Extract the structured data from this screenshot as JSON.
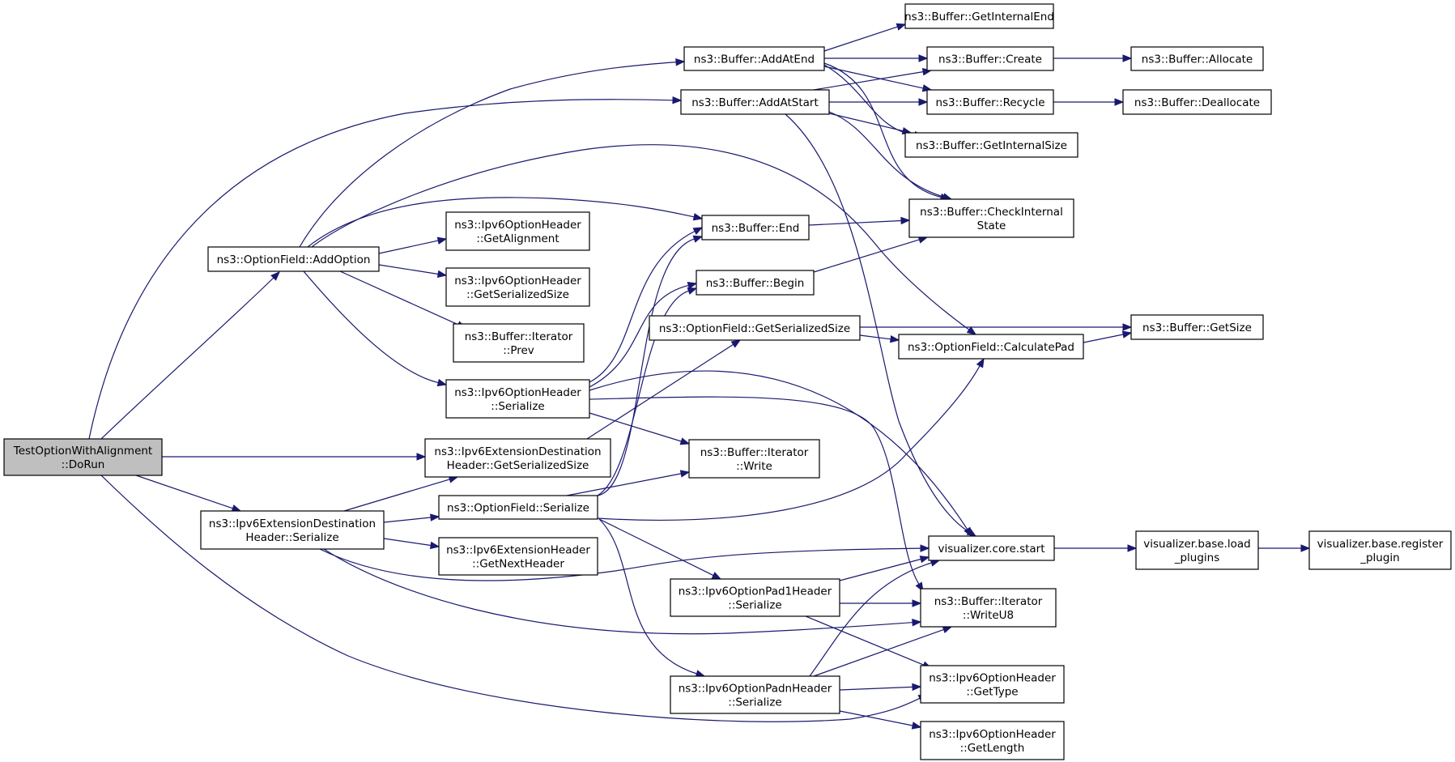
{
  "edge_color": "#191970",
  "root_fill": "#bfbfbf",
  "nodes": {
    "doRun": [
      "TestOptionWithAlignment",
      "::DoRun"
    ],
    "addOption": [
      "ns3::OptionField::AddOption"
    ],
    "extSerialize": [
      "ns3::Ipv6ExtensionDestination",
      "Header::Serialize"
    ],
    "addAtEnd": [
      "ns3::Buffer::AddAtEnd"
    ],
    "addAtStart": [
      "ns3::Buffer::AddAtStart"
    ],
    "getAlignment": [
      "ns3::Ipv6OptionHeader",
      "::GetAlignment"
    ],
    "getSerSizeOH": [
      "ns3::Ipv6OptionHeader",
      "::GetSerializedSize"
    ],
    "iterPrev": [
      "ns3::Buffer::Iterator",
      "::Prev"
    ],
    "ohSerialize": [
      "ns3::Ipv6OptionHeader",
      "::Serialize"
    ],
    "extGetSerSize": [
      "ns3::Ipv6ExtensionDestination",
      "Header::GetSerializedSize"
    ],
    "ofSerialize": [
      "ns3::OptionField::Serialize"
    ],
    "getNextHeader": [
      "ns3::Ipv6ExtensionHeader",
      "::GetNextHeader"
    ],
    "getInternalEnd": [
      "ns3::Buffer::GetInternalEnd"
    ],
    "create": [
      "ns3::Buffer::Create"
    ],
    "recycle": [
      "ns3::Buffer::Recycle"
    ],
    "getInternalSize": [
      "ns3::Buffer::GetInternalSize"
    ],
    "checkInternal": [
      "ns3::Buffer::CheckInternal",
      "State"
    ],
    "end": [
      "ns3::Buffer::End"
    ],
    "begin": [
      "ns3::Buffer::Begin"
    ],
    "ofGetSerSize": [
      "ns3::OptionField::GetSerializedSize"
    ],
    "calcPad": [
      "ns3::OptionField::CalculatePad"
    ],
    "iterWrite": [
      "ns3::Buffer::Iterator",
      "::Write"
    ],
    "allocate": [
      "ns3::Buffer::Allocate"
    ],
    "deallocate": [
      "ns3::Buffer::Deallocate"
    ],
    "getSize": [
      "ns3::Buffer::GetSize"
    ],
    "vizStart": [
      "visualizer.core.start"
    ],
    "loadPlugins": [
      "visualizer.base.load",
      "_plugins"
    ],
    "registerPlugin": [
      "visualizer.base.register",
      "_plugin"
    ],
    "pad1Serialize": [
      "ns3::Ipv6OptionPad1Header",
      "::Serialize"
    ],
    "writeU8": [
      "ns3::Buffer::Iterator",
      "::WriteU8"
    ],
    "padnSerialize": [
      "ns3::Ipv6OptionPadnHeader",
      "::Serialize"
    ],
    "getType": [
      "ns3::Ipv6OptionHeader",
      "::GetType"
    ],
    "getLength": [
      "ns3::Ipv6OptionHeader",
      "::GetLength"
    ]
  }
}
